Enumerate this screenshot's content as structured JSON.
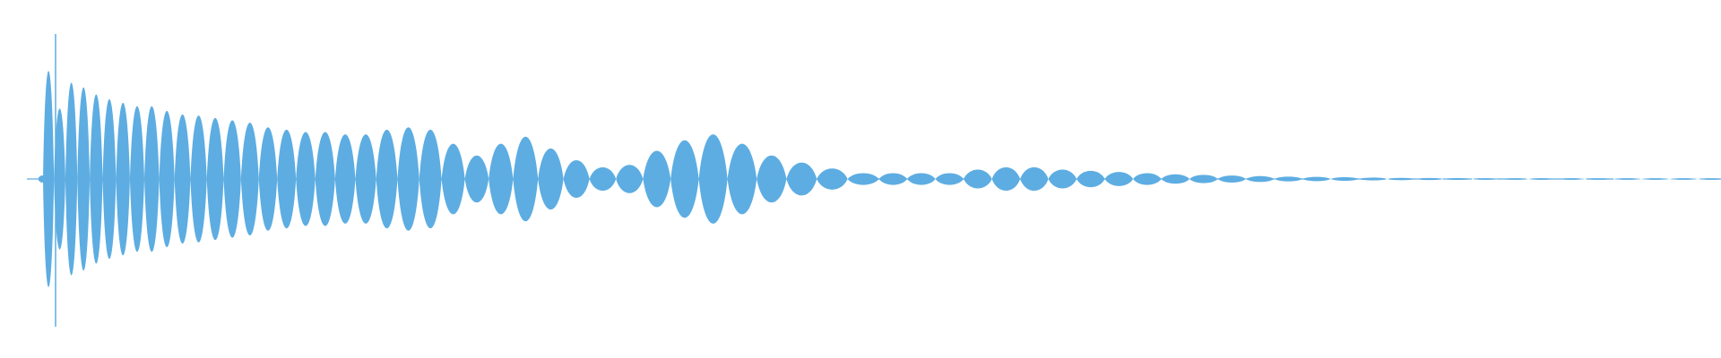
{
  "waveform": {
    "color": "#5DADE2",
    "amplitudes": [
      0.92,
      0.6,
      0.82,
      0.78,
      0.72,
      0.68,
      0.65,
      0.62,
      0.62,
      0.58,
      0.55,
      0.54,
      0.52,
      0.5,
      0.48,
      0.44,
      0.42,
      0.4,
      0.4,
      0.38,
      0.38,
      0.42,
      0.44,
      0.42,
      0.3,
      0.2,
      0.3,
      0.36,
      0.26,
      0.16,
      0.1,
      0.12,
      0.24,
      0.33,
      0.38,
      0.3,
      0.2,
      0.14,
      0.09,
      0.05,
      0.05,
      0.05,
      0.05,
      0.08,
      0.1,
      0.1,
      0.08,
      0.07,
      0.06,
      0.05,
      0.04,
      0.035,
      0.03,
      0.025,
      0.02,
      0.018,
      0.015,
      0.012,
      0.01,
      0.009,
      0.008,
      0.007,
      0.006,
      0.006,
      0.006,
      0.005,
      0.005,
      0.005,
      0.005,
      0.005,
      0.005,
      0.005,
      0.005,
      0.005,
      0.005,
      0.005,
      0.005,
      0.005,
      0.005,
      0.005,
      0.005,
      0.005,
      0.005,
      0.005,
      0.005
    ]
  }
}
